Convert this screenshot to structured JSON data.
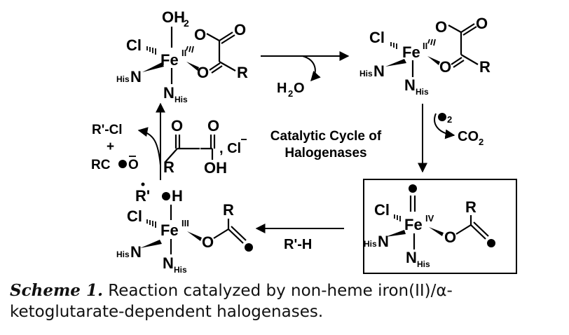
{
  "caption": {
    "label": "Scheme 1.",
    "text": "Reaction catalyzed by non-heme iron(II)/α-ketoglutarate-dependent halogenases."
  },
  "center_label": {
    "line1": "Catalytic Cycle of",
    "line2": "Halogenases"
  },
  "labels": {
    "oh2": "OH",
    "oh2_sub": "2",
    "cl": "Cl",
    "fe": "Fe",
    "fe2": "II",
    "fe3": "III",
    "fe4": "IV",
    "o": "O",
    "r": "R",
    "his": "His",
    "n": "N",
    "n_his_sub": "His",
    "h2o": "H",
    "h2o_sub": "2",
    "h2o_o": "O",
    "o2_sub": "2",
    "co2": "CO",
    "co2_sub": "2",
    "rh": "R'-H",
    "rcl": "R'-Cl",
    "plus": "+",
    "rco": "RC",
    "rco_o": "O",
    "oh": "OH",
    "chloride": ", Cl",
    "radical_r": "R'",
    "radical_h": "H"
  }
}
